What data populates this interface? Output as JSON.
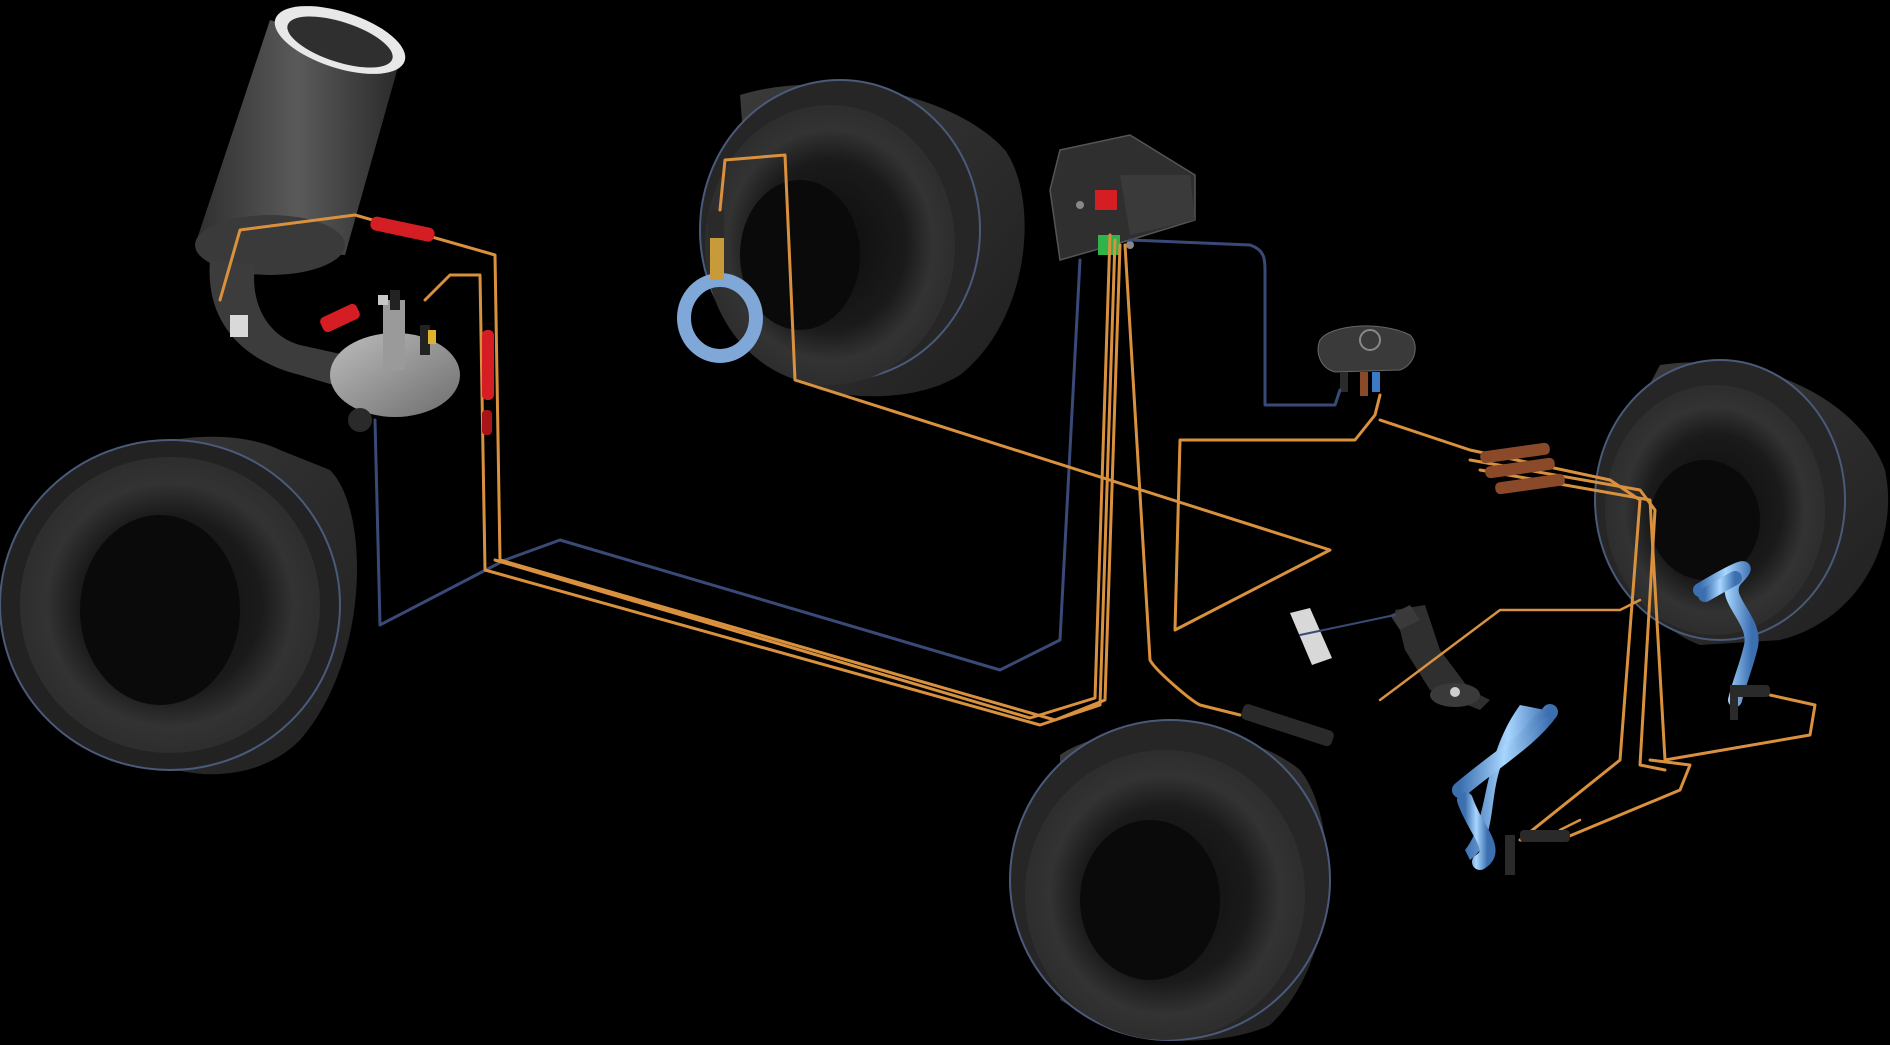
{
  "scene": {
    "background": "#000000",
    "colors": {
      "tire": "#2b2b2b",
      "tire_rim_light": "#5a6a8a",
      "harness_orange": "#d9913e",
      "harness_blue": "#3a4a78",
      "connector_red": "#d41e24",
      "connector_green": "#2fb34a",
      "connector_brown": "#8a4a2a",
      "sensor_ring_blue": "#7fa8d8",
      "brake_line_blue": "#8fc4f0",
      "exhaust_grey": "#4a4a4a"
    },
    "components": [
      {
        "id": "tire-front-left"
      },
      {
        "id": "tire-rear-left"
      },
      {
        "id": "tire-front-right"
      },
      {
        "id": "tire-rear-right"
      },
      {
        "id": "exhaust-muffler"
      },
      {
        "id": "engine-head"
      },
      {
        "id": "ecu-module"
      },
      {
        "id": "sensor-module"
      },
      {
        "id": "speed-sensor-ring"
      },
      {
        "id": "pedal-sensor"
      },
      {
        "id": "brake-pipe-front"
      },
      {
        "id": "brake-pipe-rear"
      }
    ]
  }
}
